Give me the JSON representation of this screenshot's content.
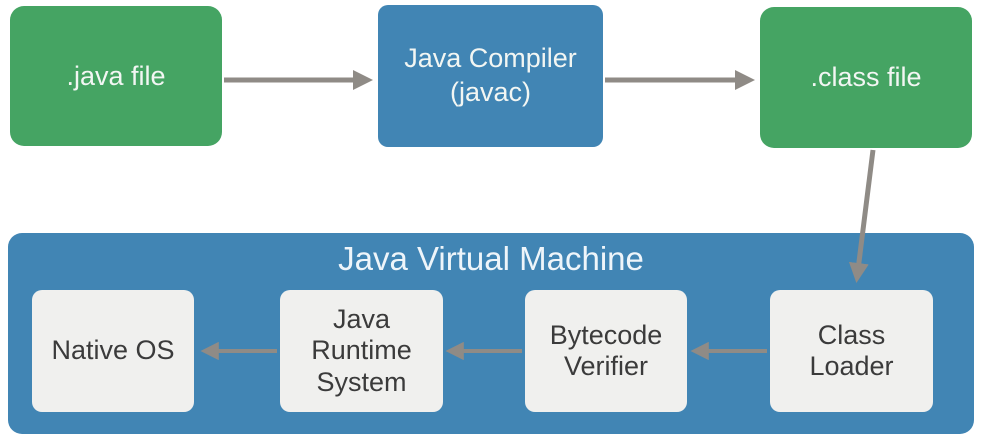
{
  "diagram": {
    "top_row": [
      {
        "id": "java-file",
        "label": ".java file"
      },
      {
        "id": "java-compiler",
        "label": "Java Compiler\n(javac)"
      },
      {
        "id": "class-file",
        "label": ".class file"
      }
    ],
    "jvm": {
      "title": "Java Virtual Machine",
      "components": [
        {
          "id": "native-os",
          "label": "Native OS"
        },
        {
          "id": "java-runtime-system",
          "label": "Java\nRuntime\nSystem"
        },
        {
          "id": "bytecode-verifier",
          "label": "Bytecode\nVerifier"
        },
        {
          "id": "class-loader",
          "label": "Class\nLoader"
        }
      ]
    },
    "colors": {
      "green": "#45a463",
      "blue": "#4185b4",
      "box_gray": "#f0f0ee",
      "arrow_gray": "#8f8b86",
      "text_light": "#f2f6f3",
      "text_dark": "#3b3b3b"
    }
  }
}
